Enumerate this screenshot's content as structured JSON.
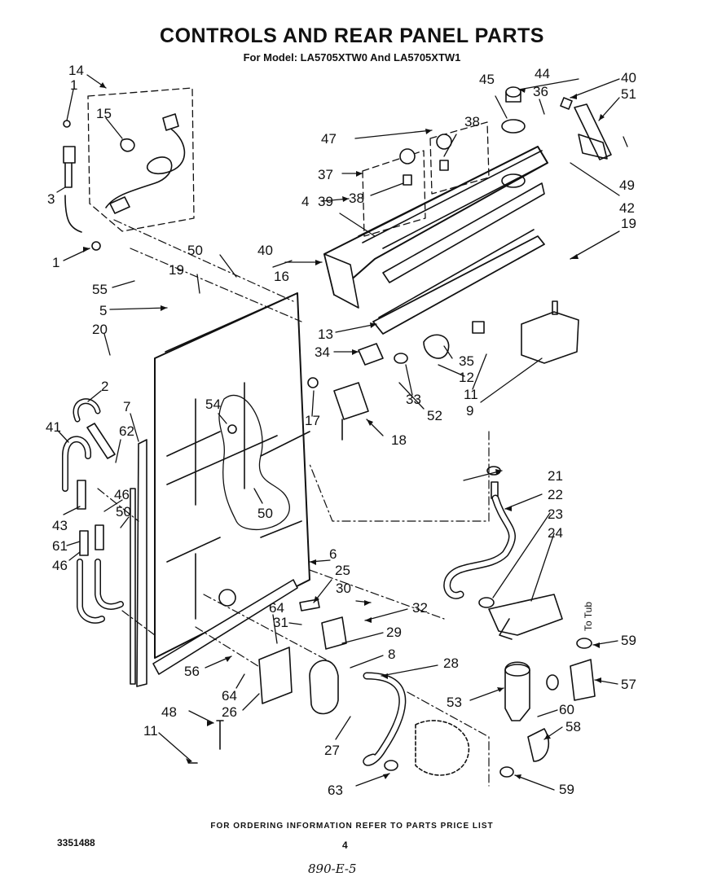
{
  "title": "CONTROLS AND REAR PANEL PARTS",
  "subtitle": "For Model: LA5705XTW0 And LA5705XTW1",
  "footer": "FOR ORDERING INFORMATION REFER TO PARTS PRICE LIST",
  "document_number": "3351488",
  "page_number": "4",
  "handwritten_note": "890-E-5",
  "to_tub_label": "To Tub",
  "callouts": {
    "c1": "1",
    "c2": "2",
    "c3": "3",
    "c4": "4",
    "c5": "5",
    "c6": "6",
    "c7": "7",
    "c8": "8",
    "c9": "9",
    "c11": "11",
    "c12": "12",
    "c13": "13",
    "c14": "14",
    "c15": "15",
    "c16": "16",
    "c17": "17",
    "c18": "18",
    "c19": "19",
    "c20": "20",
    "c21": "21",
    "c22": "22",
    "c23": "23",
    "c24": "24",
    "c25": "25",
    "c26": "26",
    "c27": "27",
    "c28": "28",
    "c29": "29",
    "c30": "30",
    "c31": "31",
    "c32": "32",
    "c33": "33",
    "c34": "34",
    "c35": "35",
    "c36": "36",
    "c37": "37",
    "c38": "38",
    "c39": "39",
    "c40": "40",
    "c41": "41",
    "c42": "42",
    "c43": "43",
    "c44": "44",
    "c45": "45",
    "c46": "46",
    "c47": "47",
    "c48": "48",
    "c49": "49",
    "c50": "50",
    "c51": "51",
    "c52": "52",
    "c53": "53",
    "c54": "54",
    "c55": "55",
    "c56": "56",
    "c57": "57",
    "c58": "58",
    "c59": "59",
    "c60": "60",
    "c61": "61",
    "c62": "62",
    "c63": "63",
    "c64": "64"
  }
}
